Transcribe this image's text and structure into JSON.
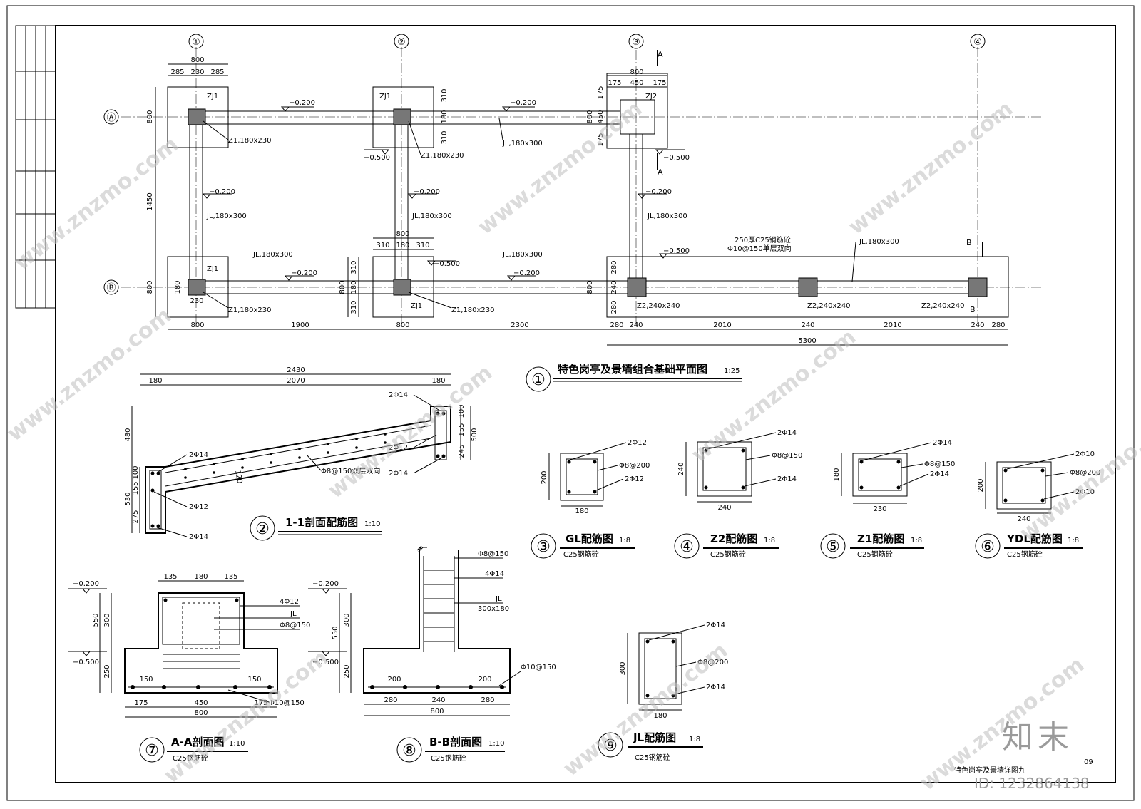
{
  "grid": {
    "axis_1": "①",
    "axis_2": "②",
    "axis_3": "③",
    "axis_4": "④",
    "row_A": "Ⓐ",
    "row_B": "Ⓑ"
  },
  "plan": {
    "title": "特色岗亭及景墙组合基础平面图",
    "scale": "1:25",
    "num": "①",
    "zj1": "ZJ1",
    "zj2": "ZJ2",
    "z1": "Z1,180x230",
    "z2": "Z2,240x240",
    "jl": "JL,180x300",
    "elev_m200": "−0.200",
    "elev_m500": "−0.500",
    "wall_note1": "250厚C25钢筋砼",
    "wall_note2": "Φ10@150单层双向",
    "sec_A": "A",
    "sec_B": "B",
    "d_800": "800",
    "d_285": "285",
    "d_230": "230",
    "d_1450": "1450",
    "d_1900": "1900",
    "d_2300": "2300",
    "d_310": "310",
    "d_180": "180",
    "d_175": "175",
    "d_450": "450",
    "d_280": "280",
    "d_240": "240",
    "d_2010": "2010",
    "d_5300": "5300"
  },
  "s11": {
    "title": "1-1剖面配筋图",
    "scale": "1:10",
    "num": "②",
    "d_2430": "2430",
    "d_180": "180",
    "d_2070": "2070",
    "d_480": "480",
    "d_530": "530",
    "d_100": "100",
    "d_155": "155",
    "d_275": "275",
    "d_500": "500",
    "d_245": "245",
    "d_120": "120",
    "r_2phi14": "2Φ14",
    "r_2phi12": "2Φ12",
    "r_stir": "Φ8@150双层双向"
  },
  "gl": {
    "title": "GL配筋图",
    "scale": "1:8",
    "num": "③",
    "concrete": "C25钢筋砼",
    "w": "180",
    "h": "200",
    "r_top": "2Φ12",
    "r_stir": "Φ8@200",
    "r_bot": "2Φ12"
  },
  "z2d": {
    "title": "Z2配筋图",
    "scale": "1:8",
    "num": "④",
    "concrete": "C25钢筋砼",
    "w": "240",
    "h": "240",
    "r_top": "2Φ14",
    "r_stir": "Φ8@150",
    "r_bot": "2Φ14"
  },
  "z1d": {
    "title": "Z1配筋图",
    "scale": "1:8",
    "num": "⑤",
    "concrete": "C25钢筋砼",
    "w": "230",
    "h": "180",
    "r_top": "2Φ14",
    "r_stir": "Φ8@150",
    "r_bot": "2Φ14"
  },
  "ydl": {
    "title": "YDL配筋图",
    "scale": "1:8",
    "num": "⑥",
    "concrete": "C25钢筋砼",
    "w": "240",
    "h": "200",
    "r_top": "2Φ10",
    "r_stir": "Φ8@200",
    "r_bot": "2Φ10"
  },
  "aa": {
    "title": "A-A剖面图",
    "scale": "1:10",
    "num": "⑦",
    "concrete": "C25钢筋砼",
    "e1": "−0.200",
    "e2": "−0.500",
    "d_135": "135",
    "d_180": "180",
    "d_300": "300",
    "d_550": "550",
    "d_250": "250",
    "d_150": "150",
    "d_175": "175",
    "d_450": "450",
    "d_800": "800",
    "r1": "4Φ12",
    "r2": "JL",
    "r3": "Φ8@150",
    "r4": "Φ10@150"
  },
  "bb": {
    "title": "B-B剖面图",
    "scale": "1:10",
    "num": "⑧",
    "concrete": "C25钢筋砼",
    "e1": "−0.200",
    "e2": "−0.500",
    "d_300": "300",
    "d_550": "550",
    "d_250": "250",
    "d_200": "200",
    "d_280": "280",
    "d_240": "240",
    "d_800": "800",
    "r1": "Φ8@150",
    "r2": "4Φ14",
    "r3": "JL",
    "r4": "300x180",
    "r5": "Φ10@150"
  },
  "jld": {
    "title": "JL配筋图",
    "scale": "1:8",
    "num": "⑨",
    "concrete": "C25钢筋砼",
    "w": "180",
    "h": "300",
    "r_top": "2Φ14",
    "r_stir": "Φ8@200",
    "r_bot": "2Φ14"
  },
  "sheet": {
    "name": "特色岗亭及景墙详图九",
    "page": "09"
  },
  "watermark": {
    "url": "www.znzmo.com",
    "brand": "知末",
    "id": "ID: 1232864138"
  }
}
